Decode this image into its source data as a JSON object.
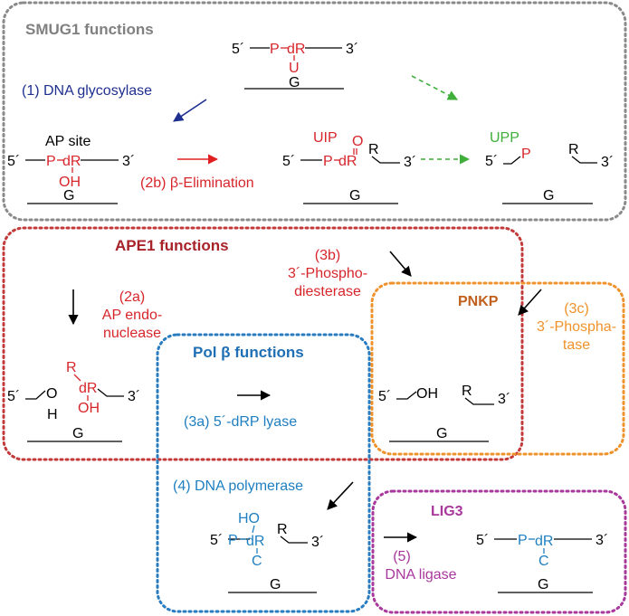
{
  "boxes": {
    "smug1": {
      "title": "SMUG1 functions",
      "color": "#8a8a8a"
    },
    "ape1": {
      "title": "APE1 functions",
      "color": "#c23a3a"
    },
    "polb": {
      "title": "Pol β functions",
      "color": "#2a7cc0"
    },
    "pnkp": {
      "title": "PNKP",
      "color": "#f0922b"
    },
    "lig3": {
      "title": "LIG3",
      "color": "#a8389c"
    }
  },
  "labels": {
    "glycosylase": "(1) DNA glycosylase",
    "beta_elim": "(2b) β-Elimination",
    "ap_endo_1": "(2a)",
    "ap_endo_2": "AP endo-",
    "ap_endo_3": "nuclease",
    "phosphodiesterase_1": "(3b)",
    "phosphodiesterase_2": "3´-Phospho-",
    "phosphodiesterase_3": "diesterase",
    "phosphatase_1": "(3c)",
    "phosphatase_2": "3´-Phospha-",
    "phosphatase_3": "tase",
    "drp_lyase": "(3a) 5´-dRP lyase",
    "polymerase": "(4) DNA polymerase",
    "ligase_1": "(5)",
    "ligase_2": "DNA ligase"
  },
  "molecules": {
    "five_prime": "5´",
    "three_prime": "3´",
    "g": "G",
    "p": "P",
    "dr": "dR",
    "u": "U",
    "c": "C",
    "oh": "OH",
    "ho": "HO",
    "o": "O",
    "h": "H",
    "r": "R",
    "ap_site": "AP site",
    "uip": "UIP",
    "upp": "UPP"
  },
  "colors": {
    "red": "#d7262b",
    "blue_label": "#1f2f8f",
    "polb_text": "#1f7fc0",
    "green": "#3fae3a",
    "orange": "#f0922b",
    "purple": "#a8389c"
  }
}
